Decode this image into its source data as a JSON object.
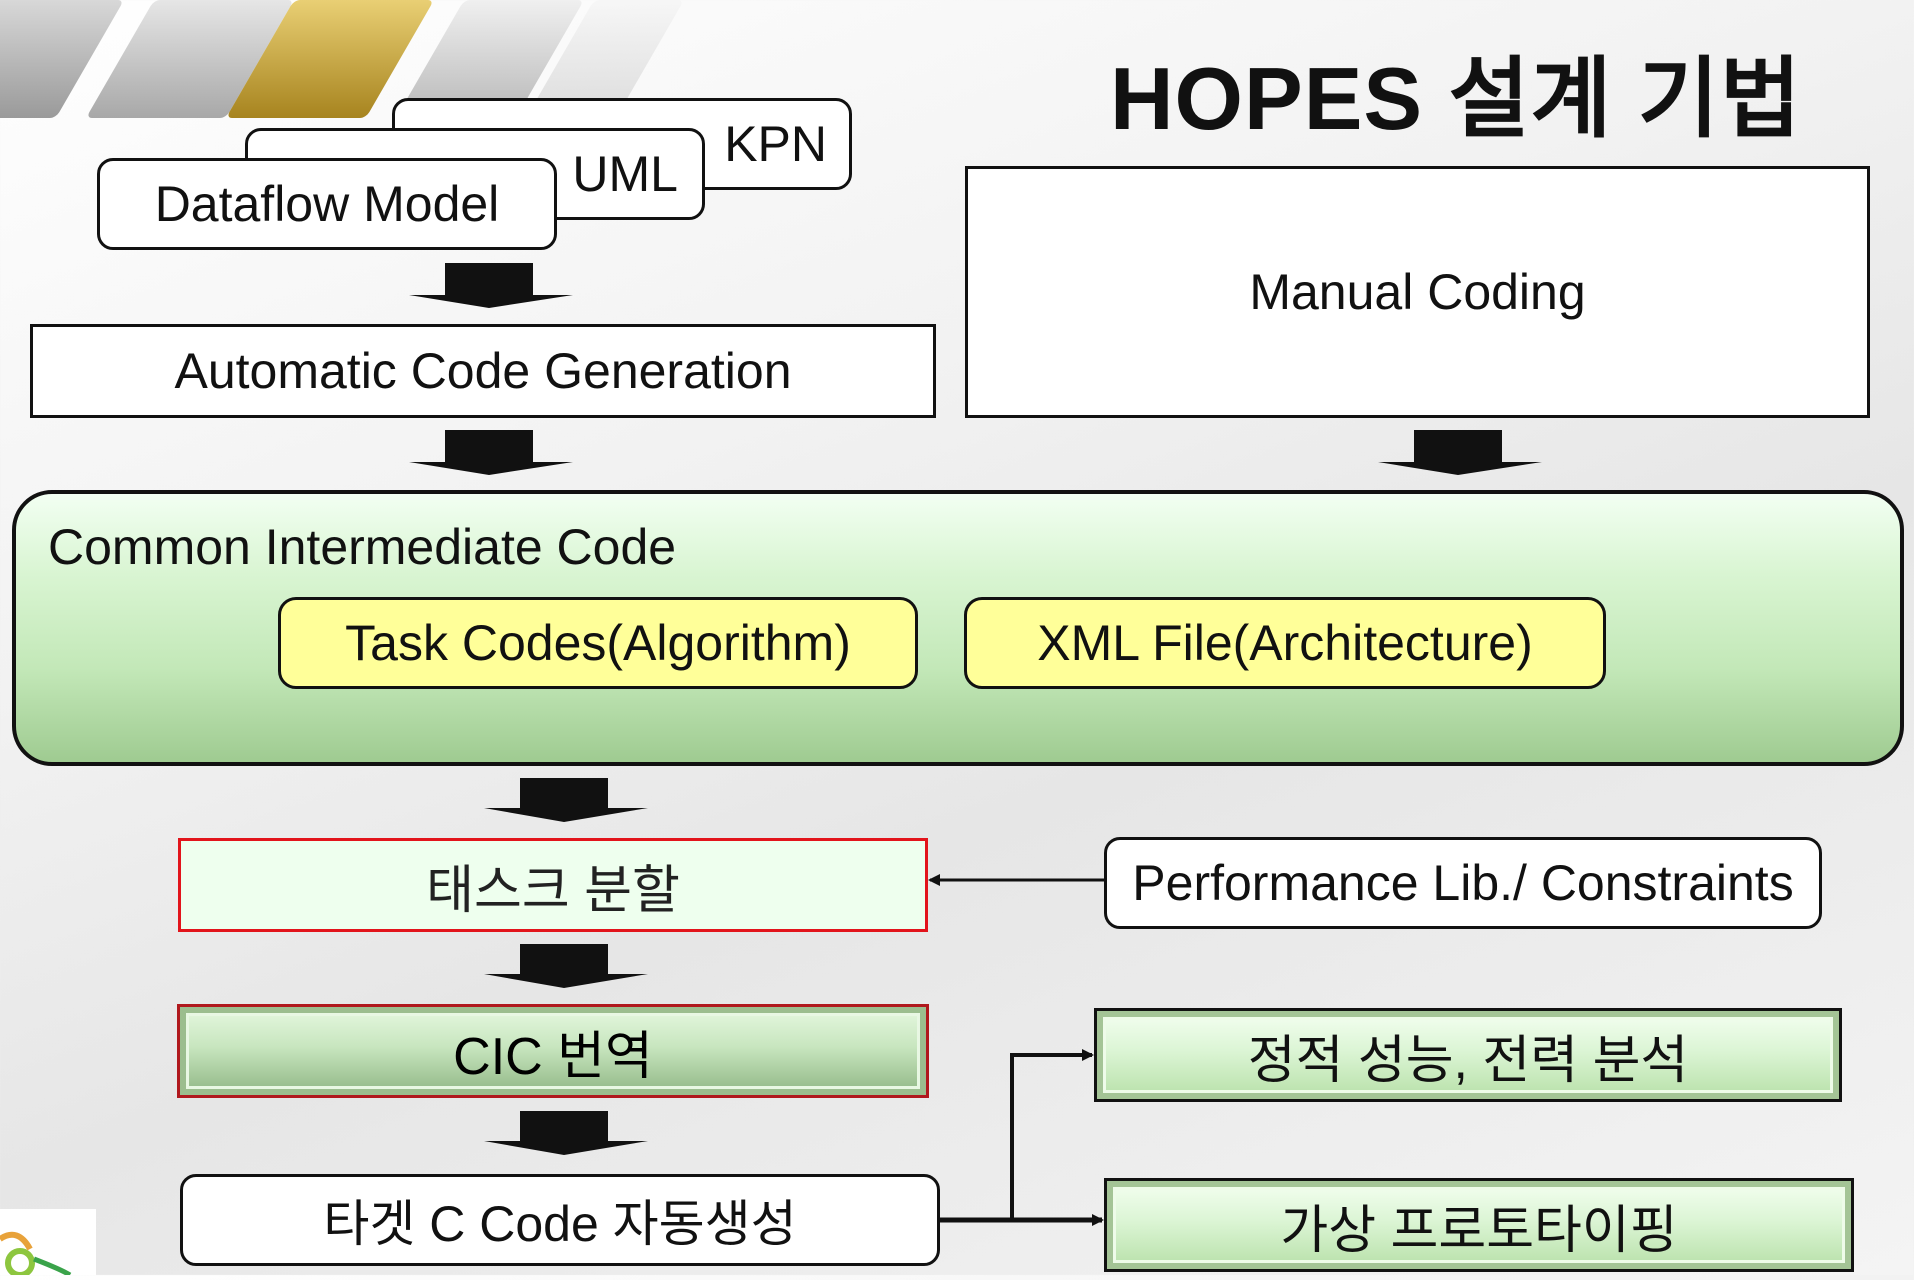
{
  "title": "HOPES 설계 기법",
  "models": {
    "kpn": "KPN",
    "uml": "UML",
    "dataflow": "Dataflow Model"
  },
  "automatic_code_generation": "Automatic Code Generation",
  "manual_coding": "Manual Coding",
  "cic": {
    "label": "Common Intermediate Code",
    "task_codes": "Task Codes(Algorithm)",
    "xml_file": "XML File(Architecture)"
  },
  "task_split": "태스크 분할",
  "performance_lib": "Performance Lib./ Constraints",
  "cic_translate": "CIC 번역",
  "target_code": "타겟 C Code 자동생성",
  "static_analysis": "정적 성능, 전력 분석",
  "virtual_prototyping": "가상 프로토타이핑",
  "colors": {
    "cic_green": "#c3e8b8",
    "yellow_box": "#ffff99",
    "red_border": "#e2141b"
  }
}
